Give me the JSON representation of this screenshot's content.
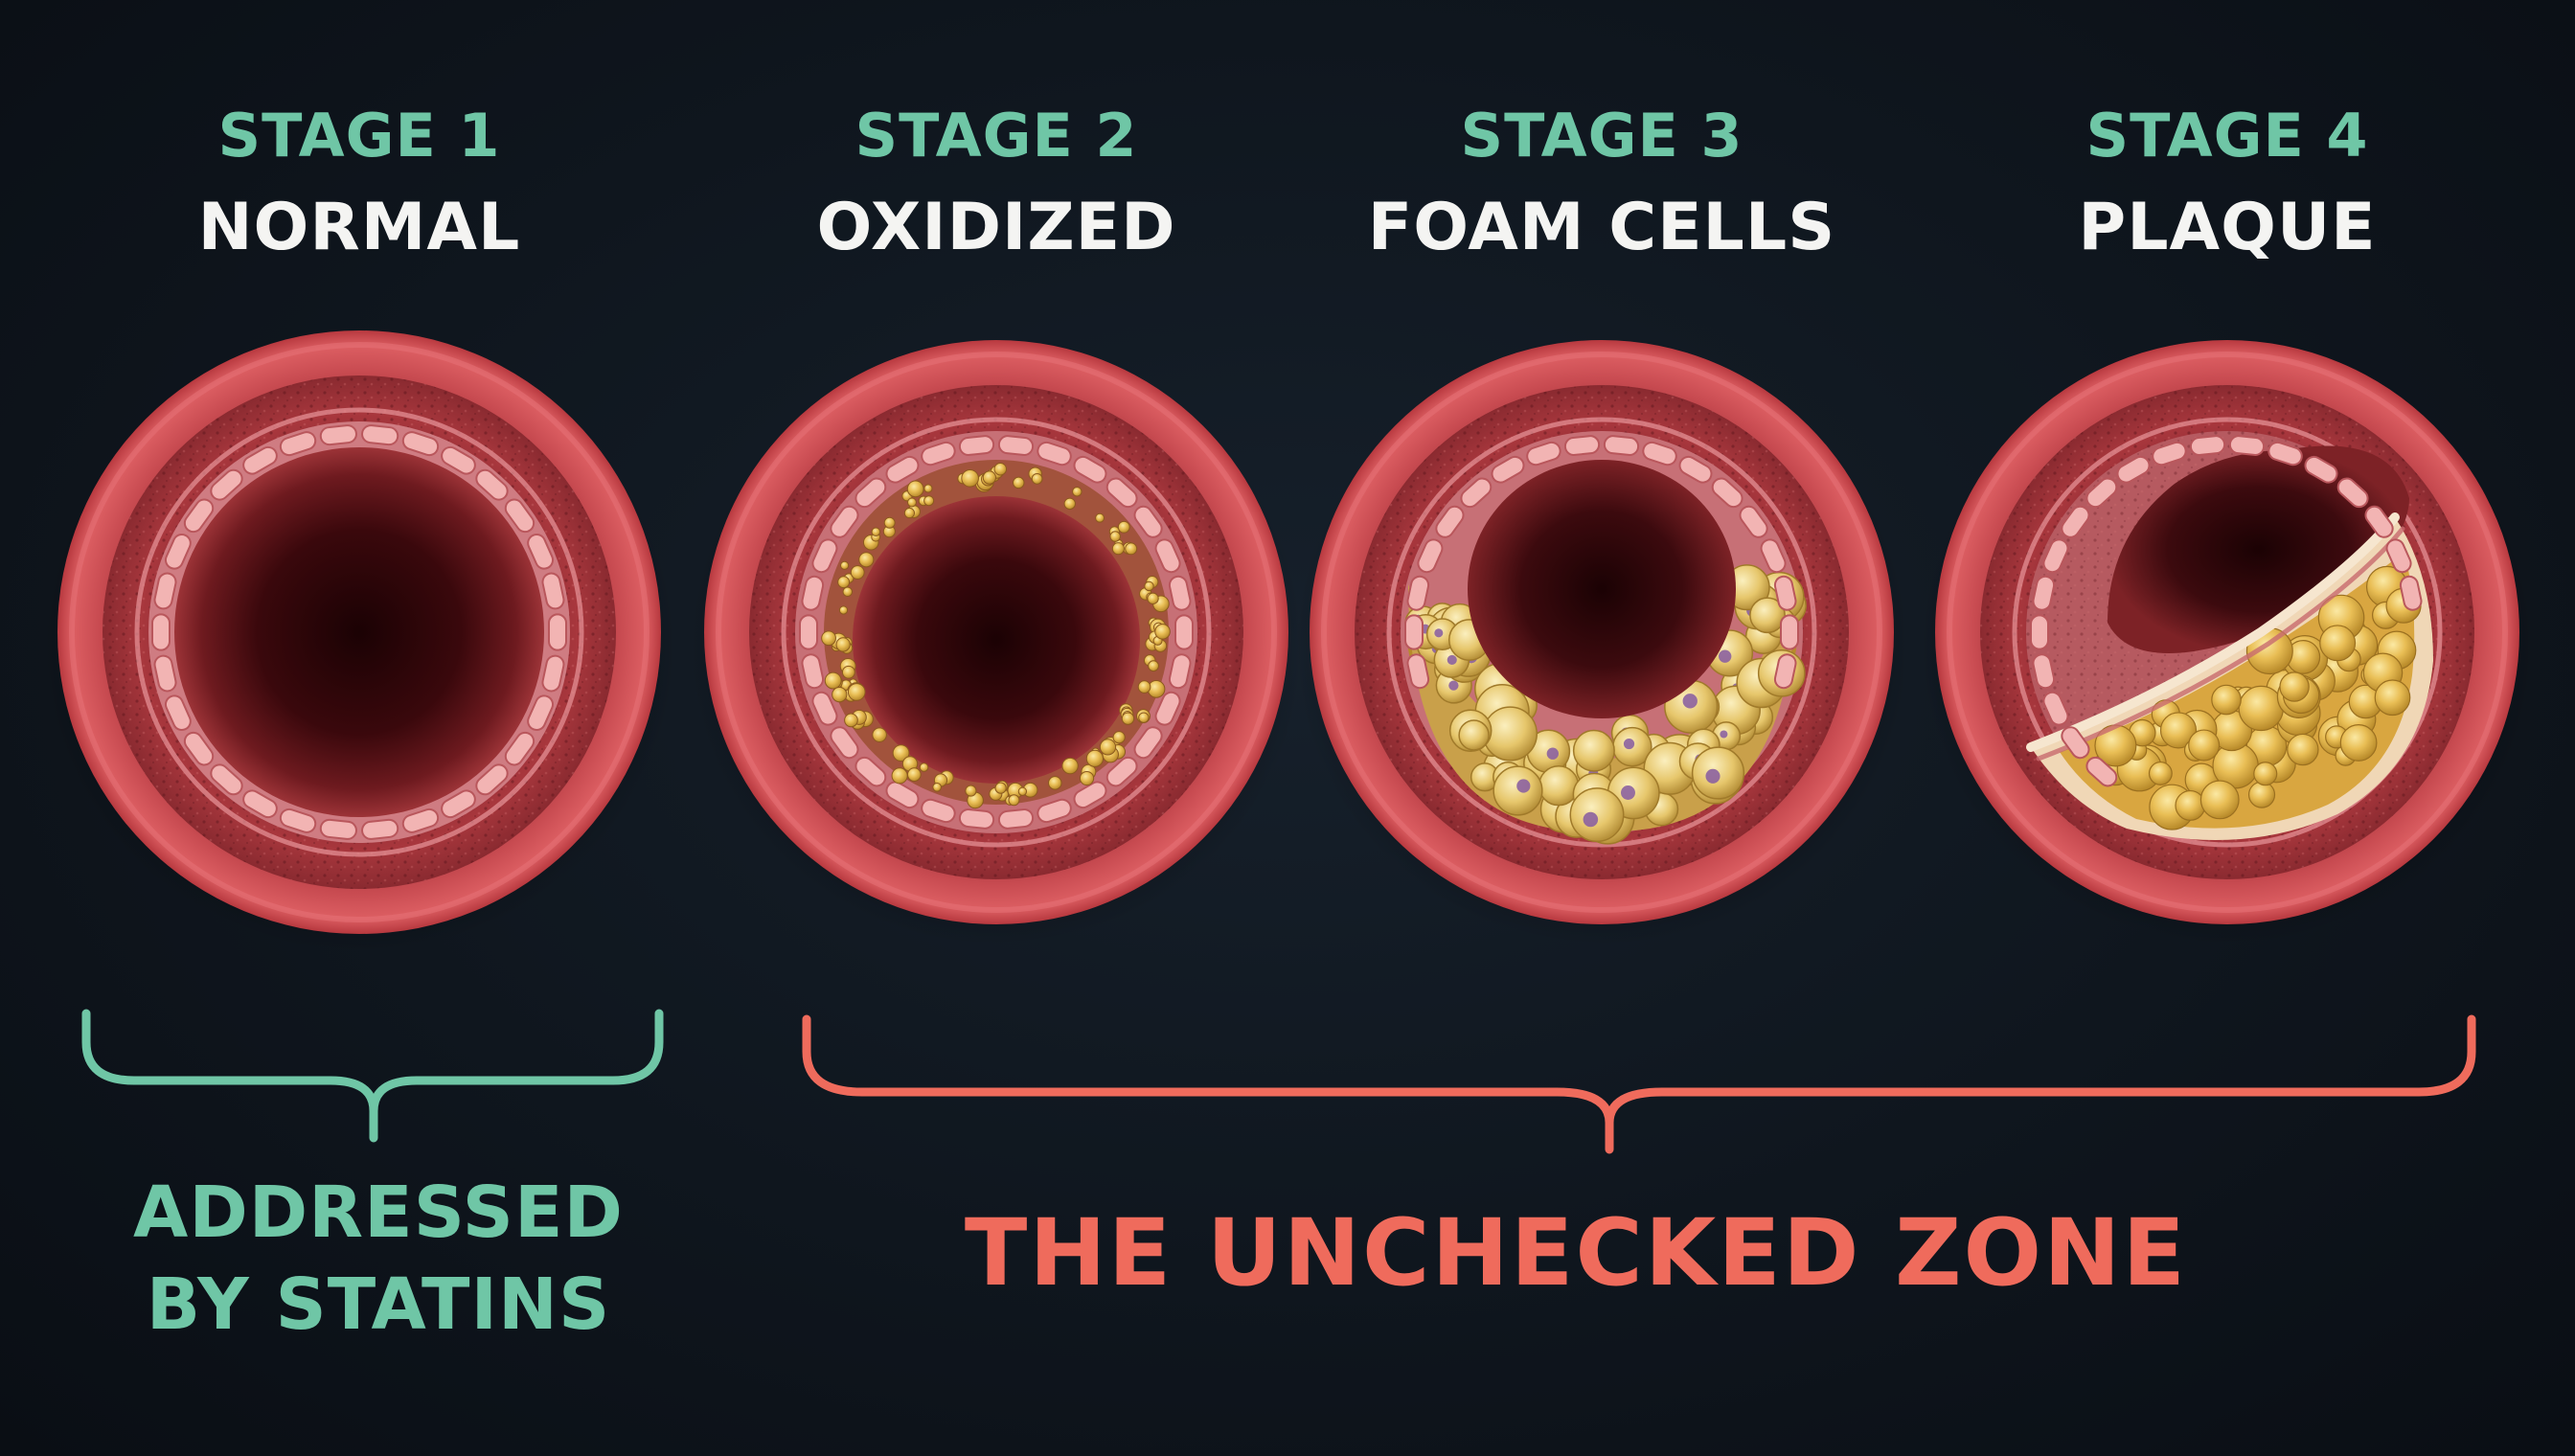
{
  "stages": [
    {
      "number": "STAGE 1",
      "name": "NORMAL"
    },
    {
      "number": "STAGE 2",
      "name": "OXIDIZED"
    },
    {
      "number": "STAGE 3",
      "name": "FOAM CELLS"
    },
    {
      "number": "STAGE 4",
      "name": "PLAQUE"
    }
  ],
  "brackets": {
    "left": {
      "line1": "ADDRESSED",
      "line2": "BY STATINS"
    },
    "right": {
      "label": "THE UNCHECKED ZONE"
    }
  },
  "colors": {
    "background": "#0f161e",
    "accent_green": "#6fc6a6",
    "accent_red": "#ef6b5c",
    "vessel_wall": "#d4545a",
    "lumen": "#2a0608",
    "lipid": "#e8b94a",
    "heading_text": "#f4f4f2"
  }
}
